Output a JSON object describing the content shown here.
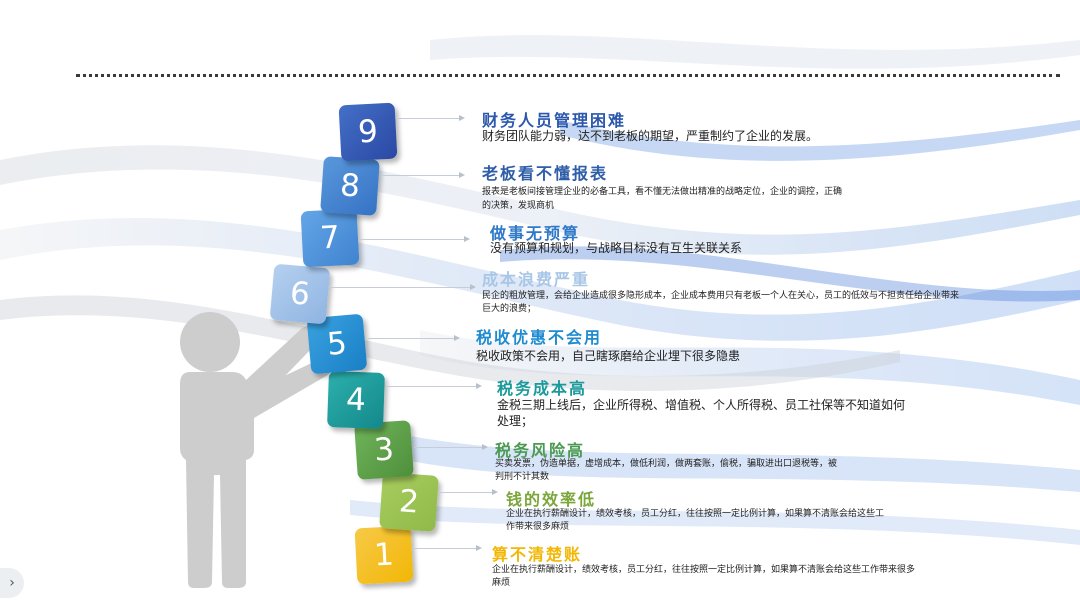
{
  "steps": [
    {
      "number": "1",
      "title": "算不清楚账",
      "desc": "企业在执行薪酬设计，绩效考核，员工分红，往往按照一定比例计算，如果算不清账会给这些工作带来很多麻烦",
      "color": "#f2b705",
      "title_color": "#f2b705"
    },
    {
      "number": "2",
      "title": "钱的效率低",
      "desc": "企业在执行薪酬设计，绩效考核，员工分红，往往按照一定比例计算，如果算不清账会给这些工作带来很多麻烦",
      "color": "#8fb94a",
      "title_color": "#7aa63a"
    },
    {
      "number": "3",
      "title": "税务风险高",
      "desc": "买卖发票，伪造单据，虚增成本，做低利润，做两套账，偷税，骗取进出口退税等，被判刑不计其数",
      "color": "#5c9e4a",
      "title_color": "#4a9a52"
    },
    {
      "number": "4",
      "title": "税务成本高",
      "desc": "金税三期上线后，企业所得税、增值税、个人所得税、员工社保等不知道如何处理；",
      "color": "#1a9a9a",
      "title_color": "#1a9a9a"
    },
    {
      "number": "5",
      "title": "税收优惠不会用",
      "desc": "税收政策不会用，自己瞎琢磨给企业埋下很多隐患",
      "color": "#1f8bd0",
      "title_color": "#1f8bd0"
    },
    {
      "number": "6",
      "title": "成本浪费严重",
      "desc": "民企的粗放管理，会给企业造成很多隐形成本，企业成本费用只有老板一个人在关心，员工的低效与不担责任给企业带来巨大的浪费；",
      "color": "#9cc0e8",
      "title_color": "#a8c6e6"
    },
    {
      "number": "7",
      "title": "做事无预算",
      "desc": "没有预算和规划，与战略目标没有互生关联关系",
      "color": "#4a8fd6",
      "title_color": "#2f79c8"
    },
    {
      "number": "8",
      "title": "老板看不懂报表",
      "desc": "报表是老板间接管理企业的必备工具，看不懂无法做出精准的战略定位，企业的调控，正确的决策，发现商机",
      "color": "#3d7ccb",
      "title_color": "#2e5ea8"
    },
    {
      "number": "9",
      "title": "财务人员管理困难",
      "desc": "财务团队能力弱，达不到老板的期望，严重制约了企业的发展。",
      "color": "#2f55b0",
      "title_color": "#2b57ad"
    }
  ],
  "nav": {
    "next_icon": "chevron-right-icon",
    "label": "›"
  }
}
